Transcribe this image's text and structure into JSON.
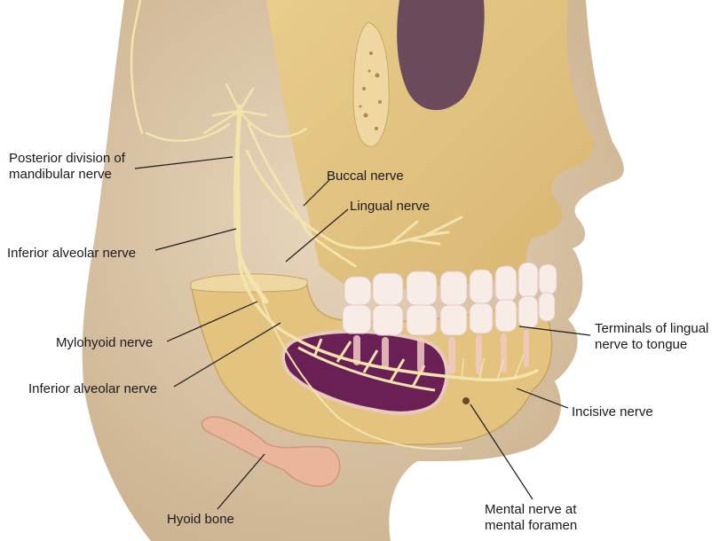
{
  "labels": {
    "posterior_division": "Posterior division of\nmandibular nerve",
    "buccal": "Buccal nerve",
    "lingual": "Lingual nerve",
    "inferior_alveolar_top": "Inferior alveolar nerve",
    "terminals": "Terminals of lingual\nnerve to tongue",
    "mylohyoid": "Mylohyoid nerve",
    "inferior_alveolar_bottom": "Inferior alveolar nerve",
    "incisive": "Incisive nerve",
    "hyoid": "Hyoid bone",
    "mental": "Mental nerve at\nmental foramen"
  },
  "colors": {
    "skin": "#dcc9b0",
    "bone": "#e2c47f",
    "nerve": "#f3e3ad",
    "tongue": "#6a1f55",
    "teeth": "#f8ece6",
    "hyoid": "#eab59a"
  }
}
